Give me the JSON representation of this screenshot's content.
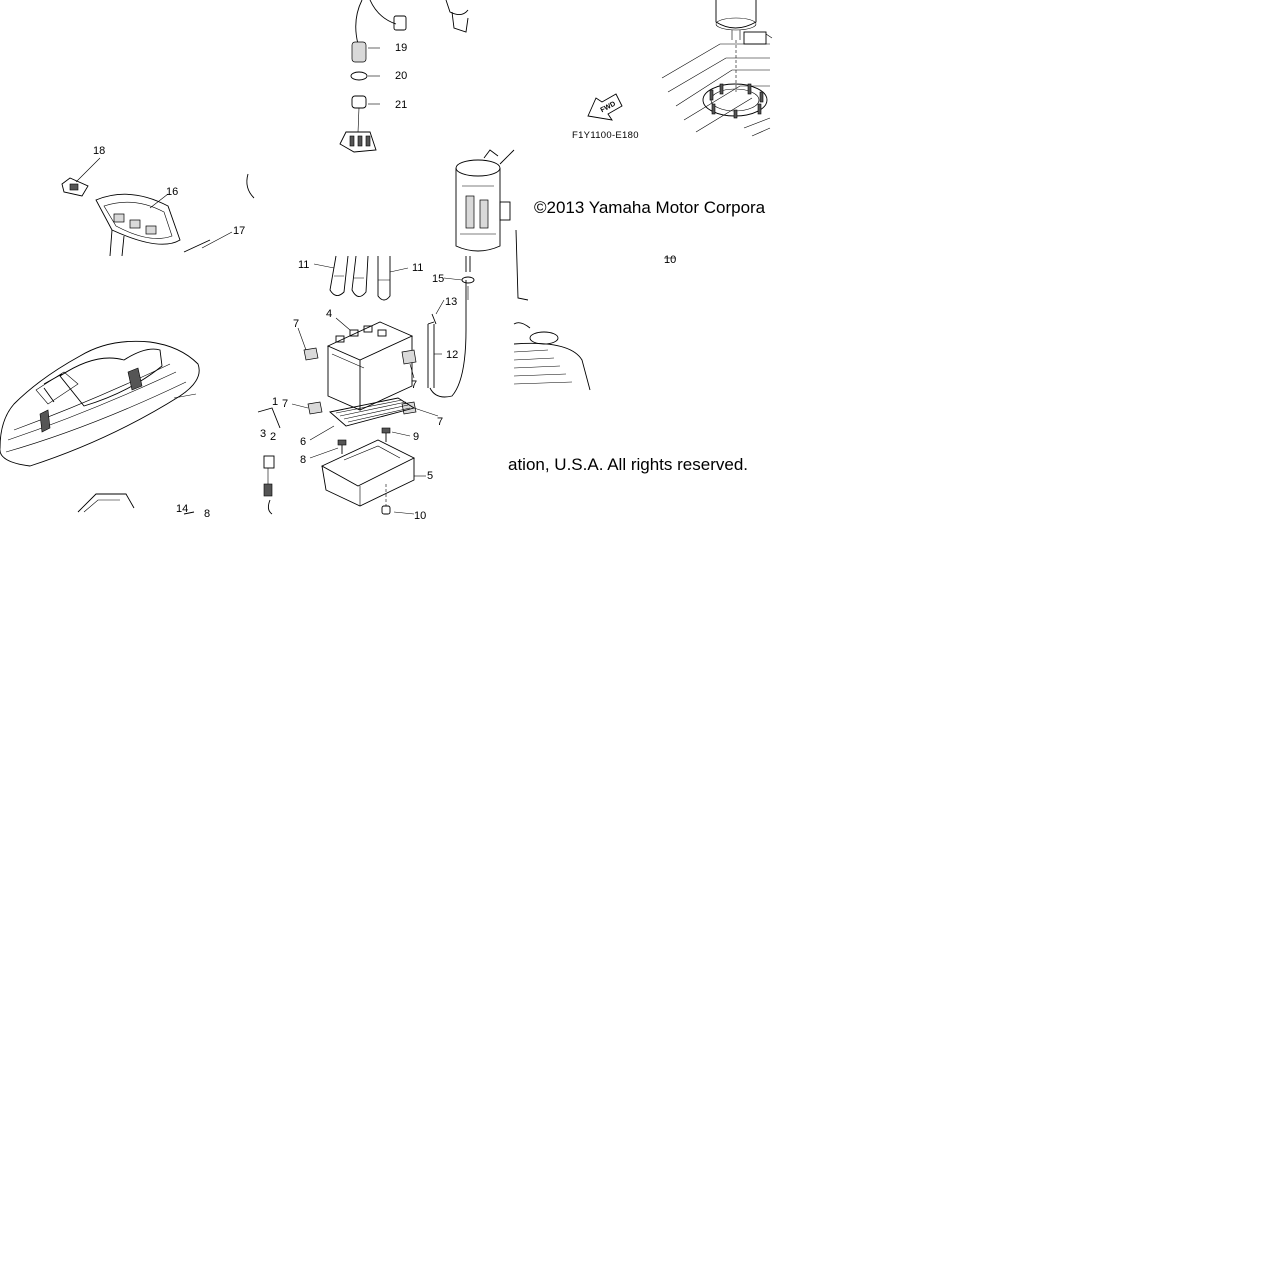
{
  "copyright": {
    "line_1": "©2013 Yamaha Motor Corpora",
    "line_2": "ation, U.S.A. All rights reserved."
  },
  "part_code": "F1Y1100-E180",
  "fwd_label": "FWD",
  "callouts": [
    "1",
    "2",
    "3",
    "4",
    "5",
    "6",
    "7",
    "7",
    "7",
    "7",
    "8",
    "9",
    "10",
    "10",
    "11",
    "11",
    "12",
    "13",
    "14",
    "15",
    "16",
    "17",
    "18",
    "19",
    "20",
    "21",
    "8"
  ]
}
